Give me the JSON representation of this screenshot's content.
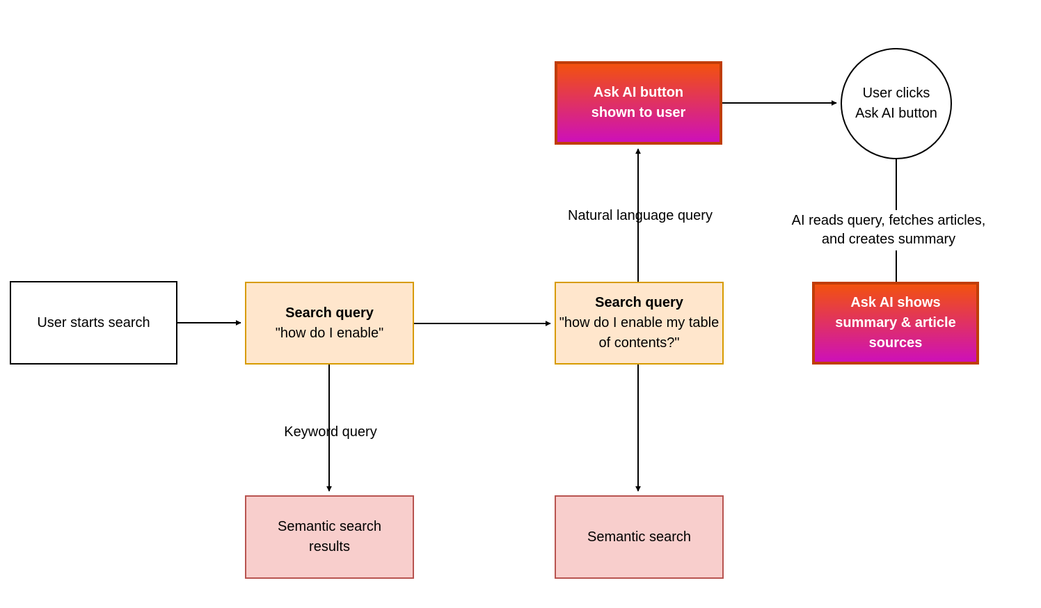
{
  "colors": {
    "background": "#FFFFFF",
    "line": "#000000",
    "plain_fill": "#FFFFFF",
    "plain_stroke": "#000000",
    "orange_fill": "#FFE6CC",
    "orange_stroke": "#D79B00",
    "red_fill": "#F8CECC",
    "red_stroke": "#B85450",
    "gradient_top": "#F2520E",
    "gradient_bottom": "#CD10B9",
    "gradient_stroke": "#C03D08",
    "text_dark": "#000000",
    "text_light": "#FFFFFF"
  },
  "nodes": {
    "user_starts_search": {
      "label": "User starts search"
    },
    "search_query_1": {
      "title": "Search query",
      "body": "\"how do I enable\""
    },
    "search_query_2": {
      "title": "Search query",
      "body": "\"how do I enable my table of contents?\""
    },
    "ask_ai_button": {
      "lines": [
        "Ask AI button",
        "shown to user"
      ]
    },
    "user_clicks_ask_ai": {
      "lines": [
        "User clicks",
        "Ask AI button"
      ]
    },
    "ask_ai_shows": {
      "lines": [
        "Ask AI shows",
        "summary & article",
        "sources"
      ]
    },
    "semantic_search_results": {
      "lines": [
        "Semantic search",
        "results"
      ]
    },
    "semantic_search": {
      "label": "Semantic search"
    }
  },
  "edge_labels": {
    "keyword_query": "Keyword query",
    "natural_language_query": "Natural language query",
    "ai_reads": {
      "lines": [
        "AI reads query, fetches articles,",
        "and creates summary"
      ]
    }
  }
}
